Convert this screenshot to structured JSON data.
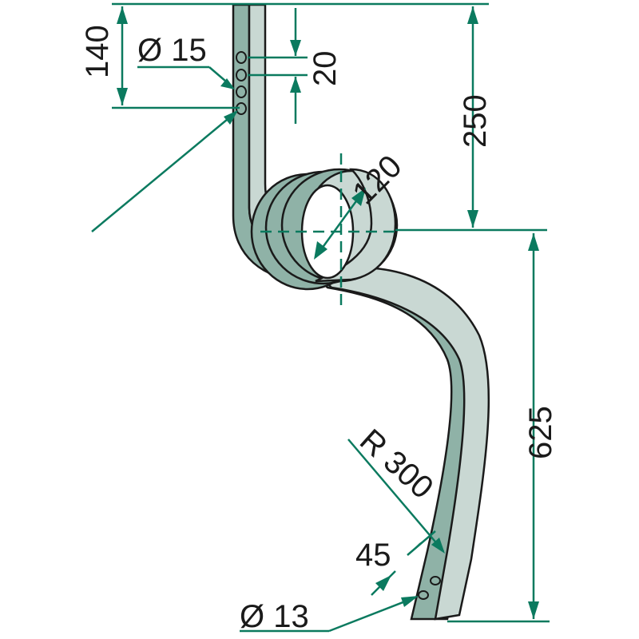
{
  "drawing": {
    "title": "Spring tine dimension drawing",
    "dimensions": {
      "top_to_holes": "140",
      "hole_diameter_top": "Ø 15",
      "hole_spacing": "20",
      "top_to_coil_center": "250",
      "coil_inner_diameter": "120",
      "coil_center_to_tip": "625",
      "bend_radius": "R 300",
      "tip_hole_spacing": "45",
      "hole_diameter_tip": "Ø 13"
    },
    "colors": {
      "dimension_lines": "#0b7a5f",
      "steel_light": "#c9d8d3",
      "steel_dark": "#8fb2a7",
      "outline": "#1a1a1a"
    }
  }
}
